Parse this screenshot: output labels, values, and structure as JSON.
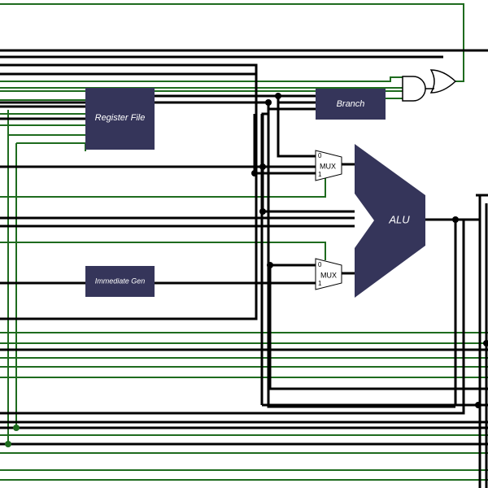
{
  "blocks": {
    "register_file": "Register File",
    "branch": "Branch",
    "immediate_gen": "Immediate Gen",
    "alu": "ALU"
  },
  "muxes": {
    "upper": {
      "label": "MUX",
      "select0": "0",
      "select1": "1"
    },
    "lower": {
      "label": "MUX",
      "select0": "0",
      "select1": "1"
    }
  },
  "colors": {
    "block_fill": "#35355a",
    "data_wire": "#000000",
    "control_wire": "#1e6b1e"
  }
}
